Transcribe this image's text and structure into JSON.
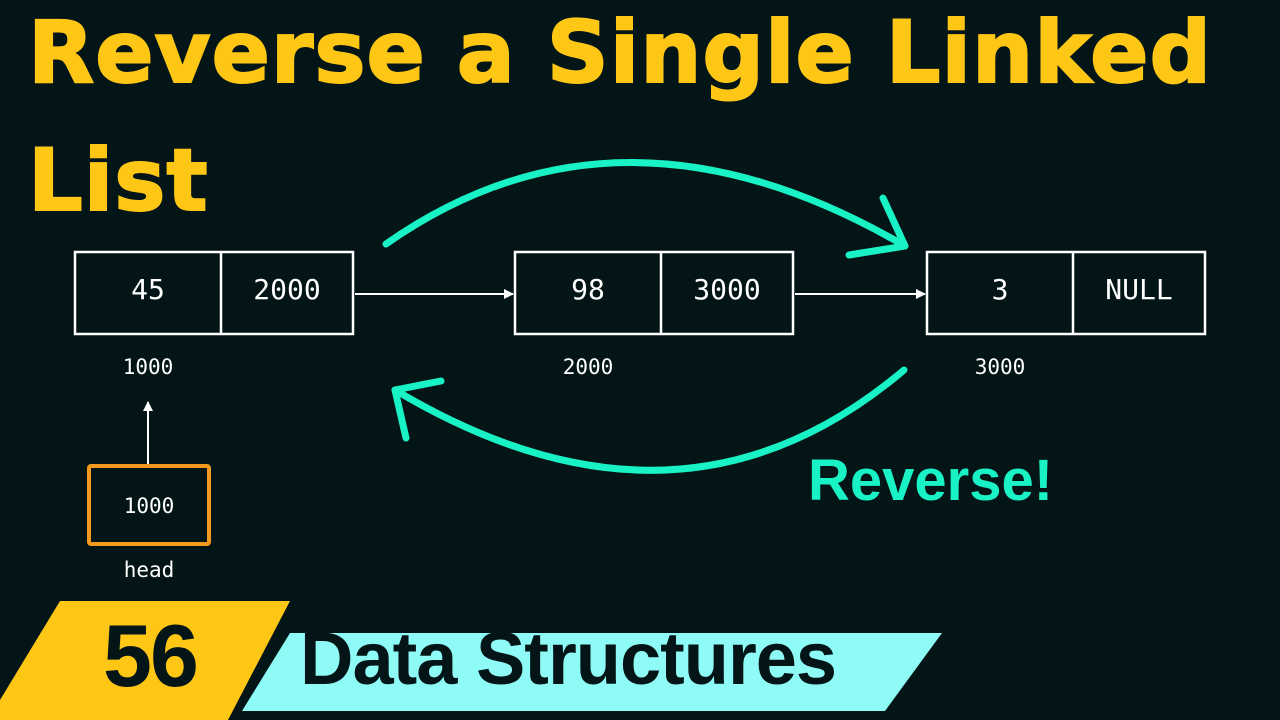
{
  "title": {
    "line1": "Reverse a Single Linked",
    "line2": "List"
  },
  "nodes": [
    {
      "data": "45",
      "next": "2000",
      "address": "1000"
    },
    {
      "data": "98",
      "next": "3000",
      "address": "2000"
    },
    {
      "data": "3",
      "next": "NULL",
      "address": "3000"
    }
  ],
  "head": {
    "value": "1000",
    "label": "head"
  },
  "annotation": {
    "label": "Reverse!"
  },
  "banner": {
    "episode": "56",
    "series": "Data Structures"
  },
  "colors": {
    "background": "#041518",
    "title": "#FFC715",
    "accent": "#19F2C4",
    "head_box": "#F39A1E",
    "banner_yellow": "#FFC715",
    "banner_cyan": "#8FFBF7"
  }
}
